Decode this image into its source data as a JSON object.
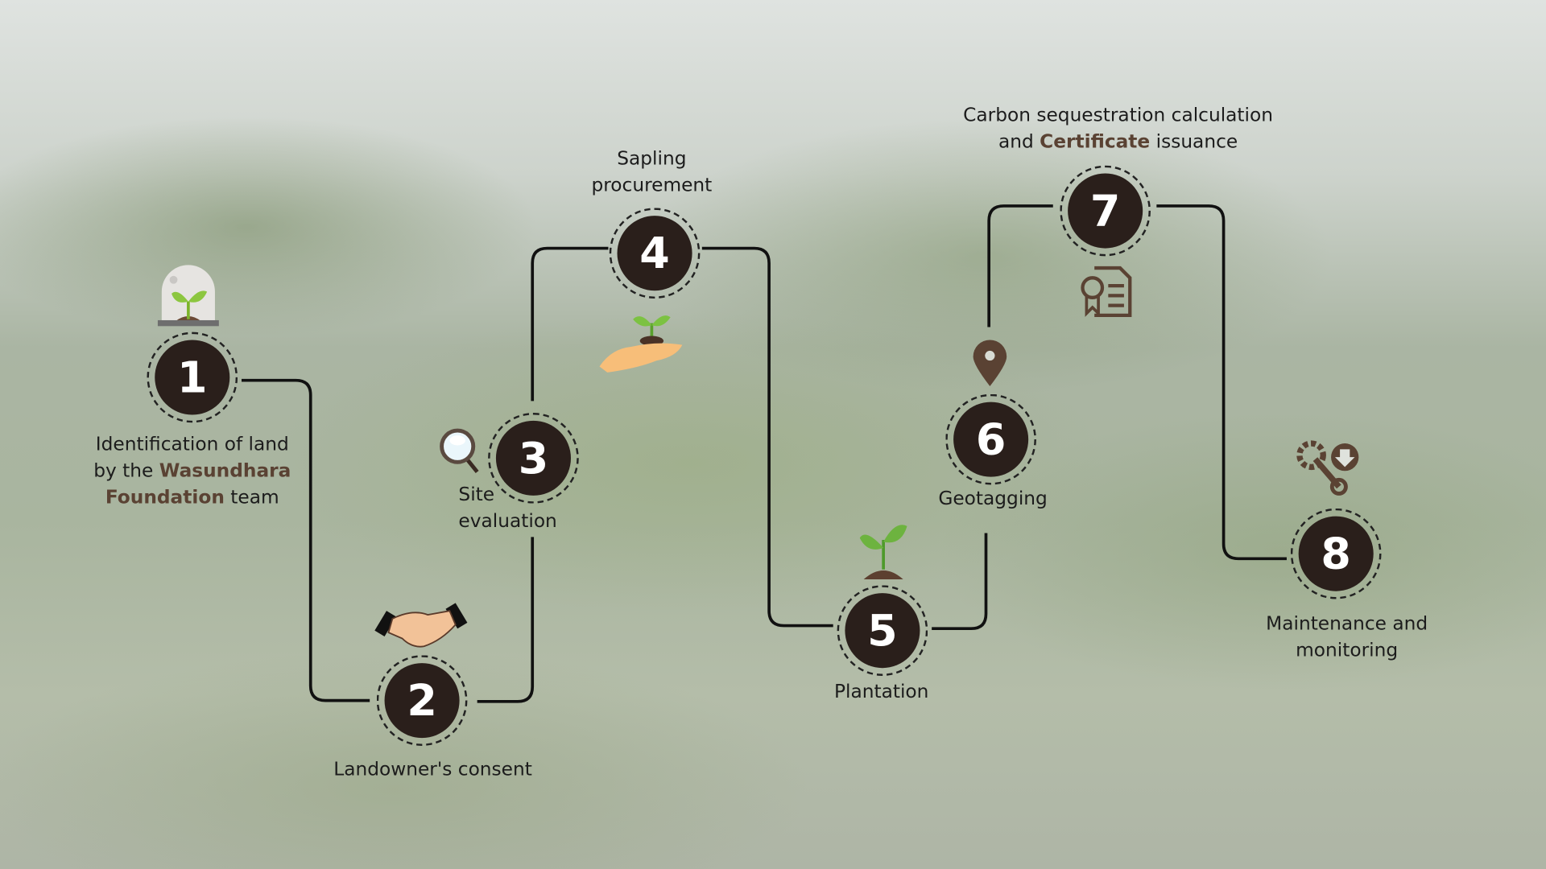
{
  "steps": [
    {
      "number": "1",
      "label_parts": [
        "Identification of land",
        "by the ",
        "Wasundhara",
        "Foundation",
        " team"
      ],
      "icon": "sapling-dome-icon"
    },
    {
      "number": "2",
      "label": "Landowner's consent",
      "icon": "handshake-icon"
    },
    {
      "number": "3",
      "label_lines": [
        "Site",
        "evaluation"
      ],
      "icon": "magnifier-icon"
    },
    {
      "number": "4",
      "label_lines": [
        "Sapling",
        "procurement"
      ],
      "icon": "hand-sapling-icon"
    },
    {
      "number": "5",
      "label": "Plantation",
      "icon": "sprout-icon"
    },
    {
      "number": "6",
      "label": "Geotagging",
      "icon": "map-pin-icon"
    },
    {
      "number": "7",
      "label_parts": [
        "Carbon sequestration calculation",
        "and ",
        "Certificate",
        " issuance"
      ],
      "icon": "certificate-icon"
    },
    {
      "number": "8",
      "label_lines": [
        "Maintenance and",
        "monitoring"
      ],
      "icon": "tools-gear-icon"
    }
  ],
  "colors": {
    "node": "#2a1f1b",
    "highlight": "#5a4233",
    "line": "#111111"
  }
}
